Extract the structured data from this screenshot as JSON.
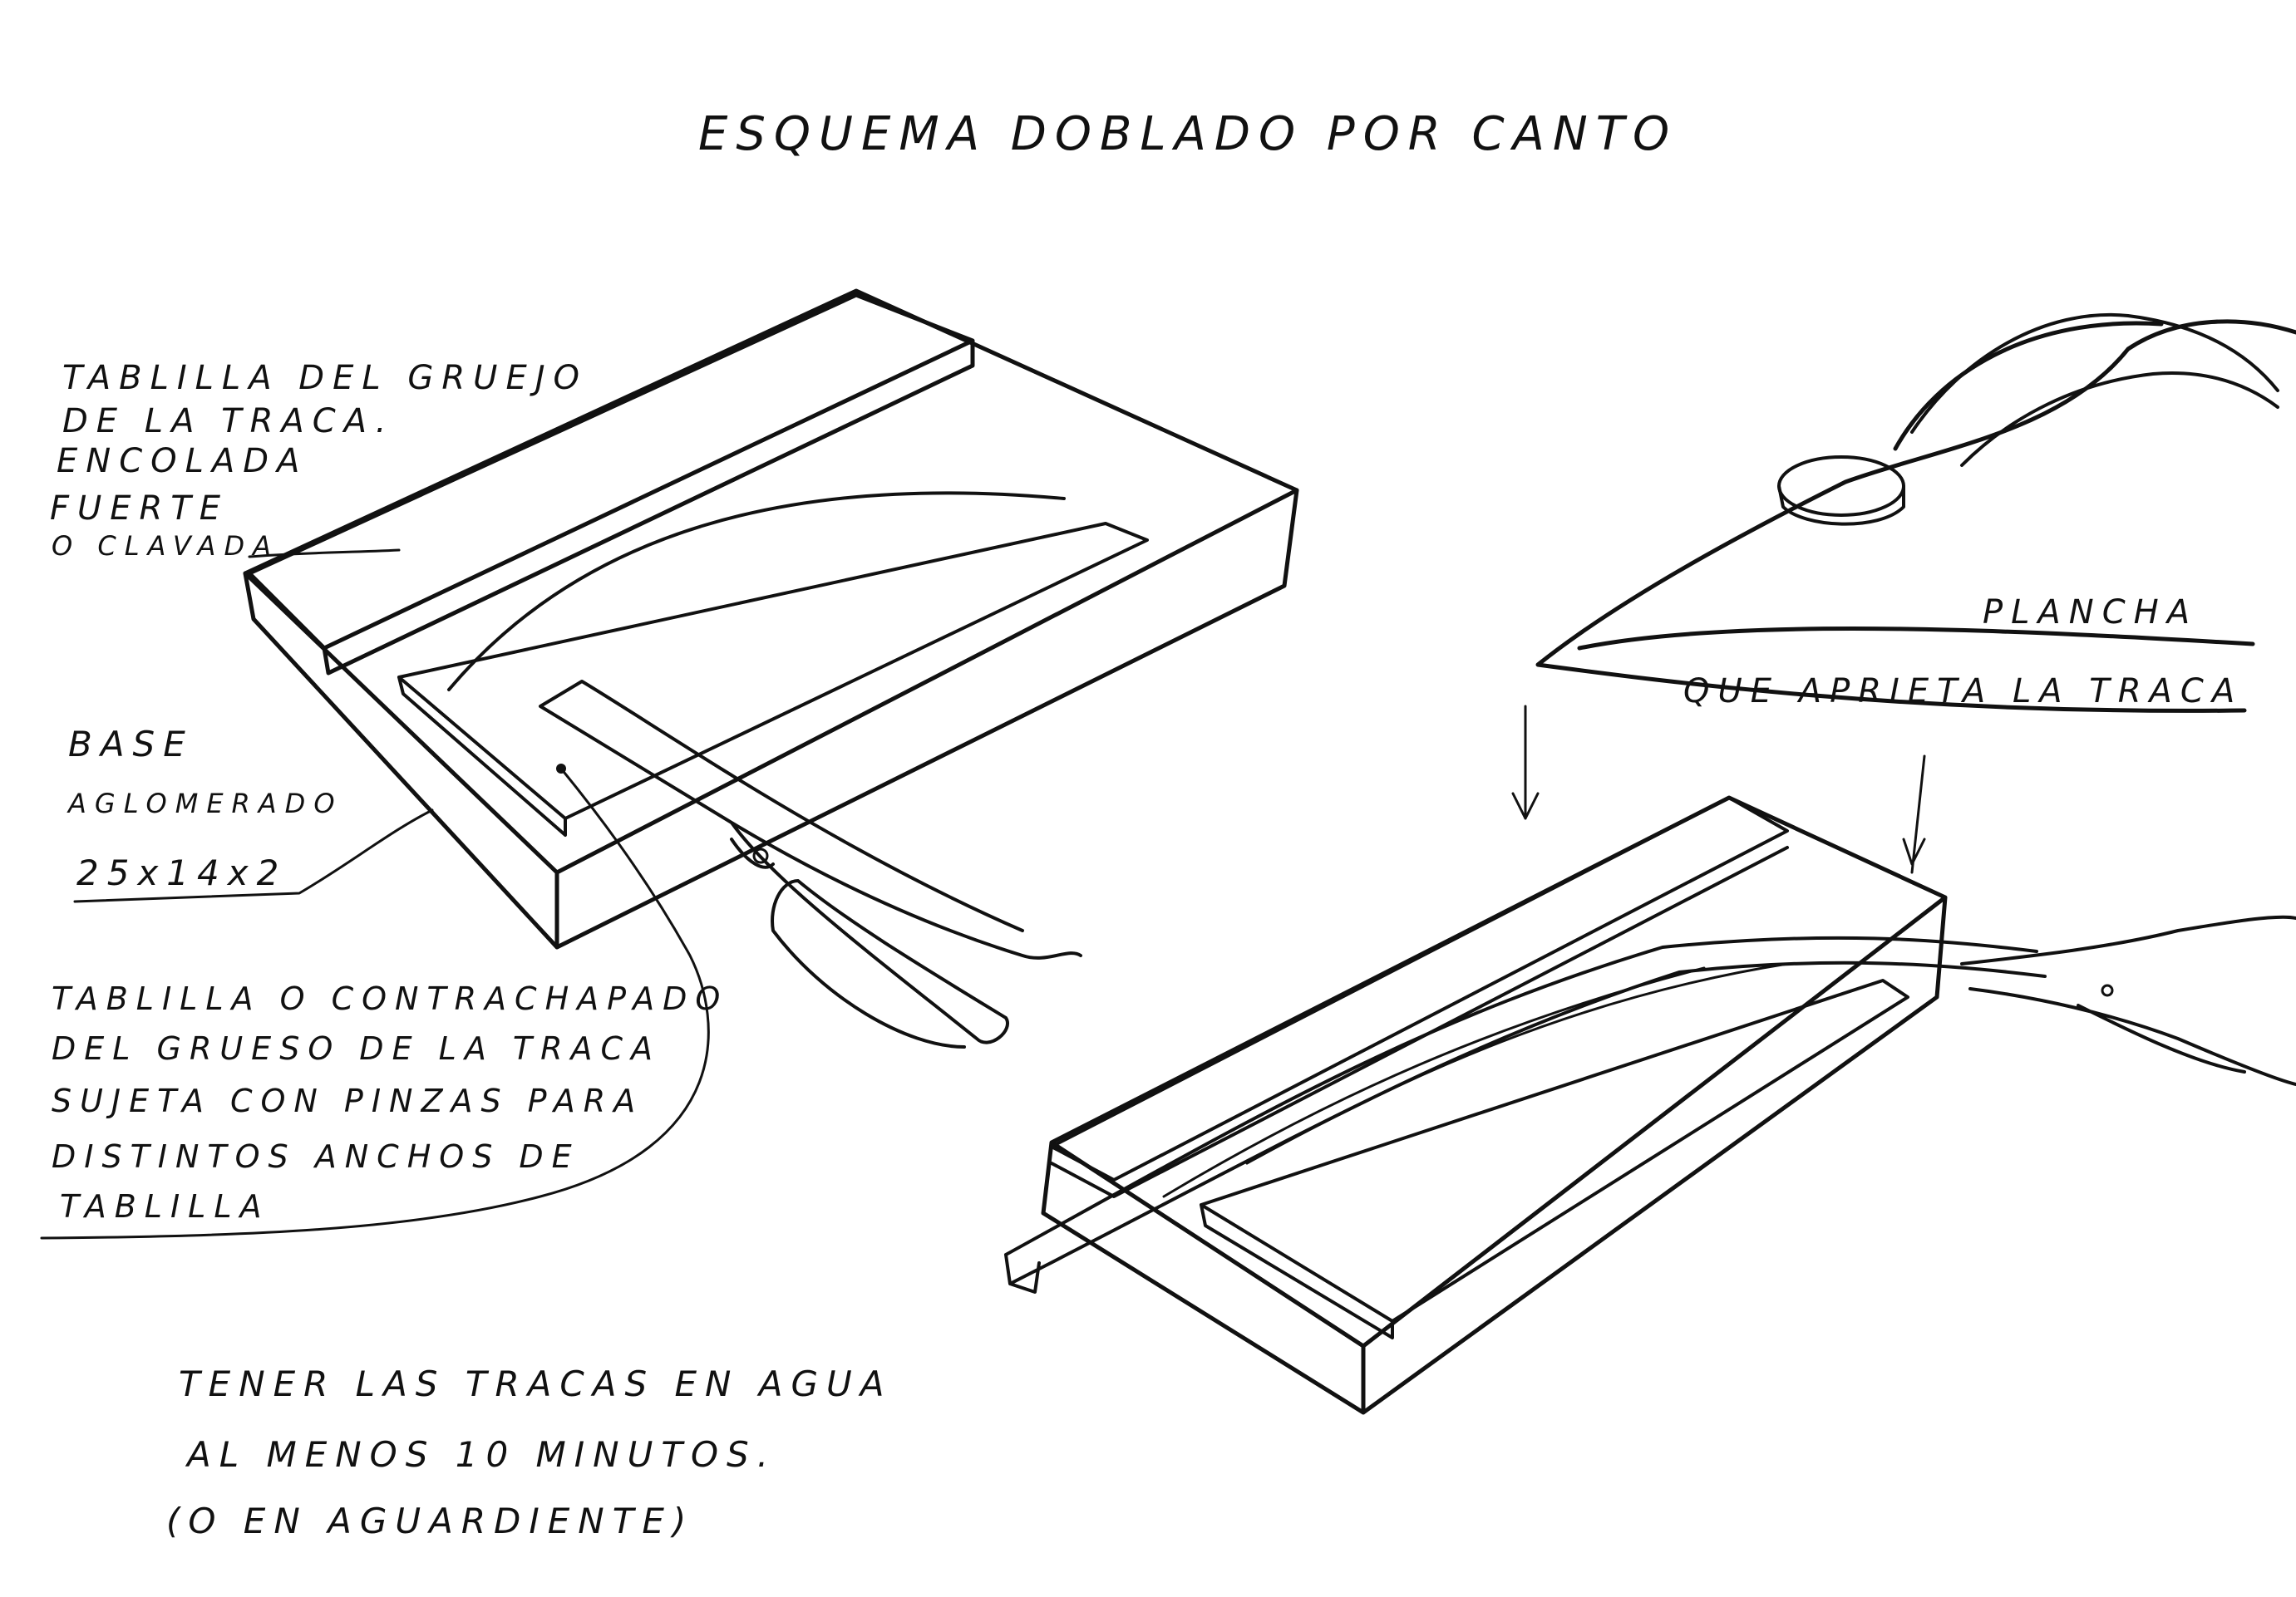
{
  "title": "ESQUEMA DOBLADO POR CANTO",
  "labels": {
    "tabla_fija": [
      "TABLILLA DEL GRUEJO",
      "DE LA TRACA.",
      "ENCOLADA",
      "FUERTE",
      "O CLAVADA"
    ],
    "base": [
      "BASE",
      "AGLOMERADO",
      "25x14x2"
    ],
    "tablilla_movil": [
      "TABLILLA O CONTRACHAPADO",
      "DEL GRUESO DE LA TRACA",
      "SUJETA CON PINZAS PARA",
      "DISTINTOS ANCHOS DE",
      "TABLILLA"
    ],
    "plancha": [
      "PLANCHA",
      "QUE APRIETA LA TRACA"
    ],
    "nota": [
      "TENER LAS TRACAS EN AGUA",
      "AL MENOS 10 MINUTOS.",
      "(O EN AGUARDIENTE)"
    ]
  }
}
